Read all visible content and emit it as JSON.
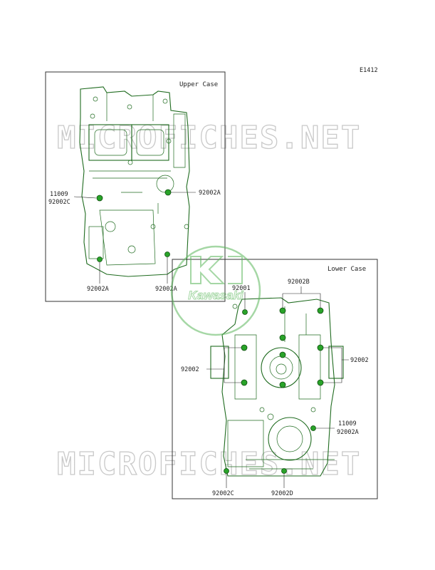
{
  "diagram_id": "E1412",
  "watermark": "MICROFICHES.NET",
  "logo": "Kawasaki",
  "panels": {
    "upper": {
      "title": "Upper Case",
      "labels": [
        "11009",
        "92002C",
        "92002A",
        "92002A",
        "92002A"
      ]
    },
    "lower": {
      "title": "Lower Case",
      "labels": [
        "92001",
        "92002B",
        "92002",
        "92002",
        "11009",
        "92002A",
        "92002C",
        "92002D"
      ]
    }
  },
  "colors": {
    "ink": "#1f6b1f",
    "bolt": "#29a329",
    "frame": "#333333",
    "watermark": "#c9c9c9"
  }
}
